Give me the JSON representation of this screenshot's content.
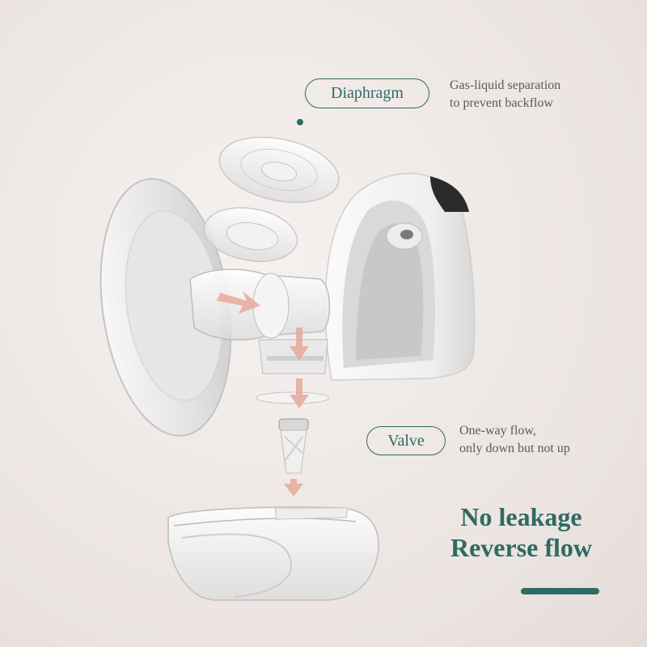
{
  "labels": {
    "diaphragm": "Diaphragm",
    "diaphragm_note_1": "Gas-liquid separation",
    "diaphragm_note_2": "to prevent backflow",
    "valve": "Valve",
    "valve_note_1": "One-way flow,",
    "valve_note_2": "only down but not up"
  },
  "headline": {
    "line1": "No leakage",
    "line2": "Reverse flow"
  },
  "colors": {
    "accent": "#2f6a64",
    "flow_arrow": "#e5a99a"
  }
}
